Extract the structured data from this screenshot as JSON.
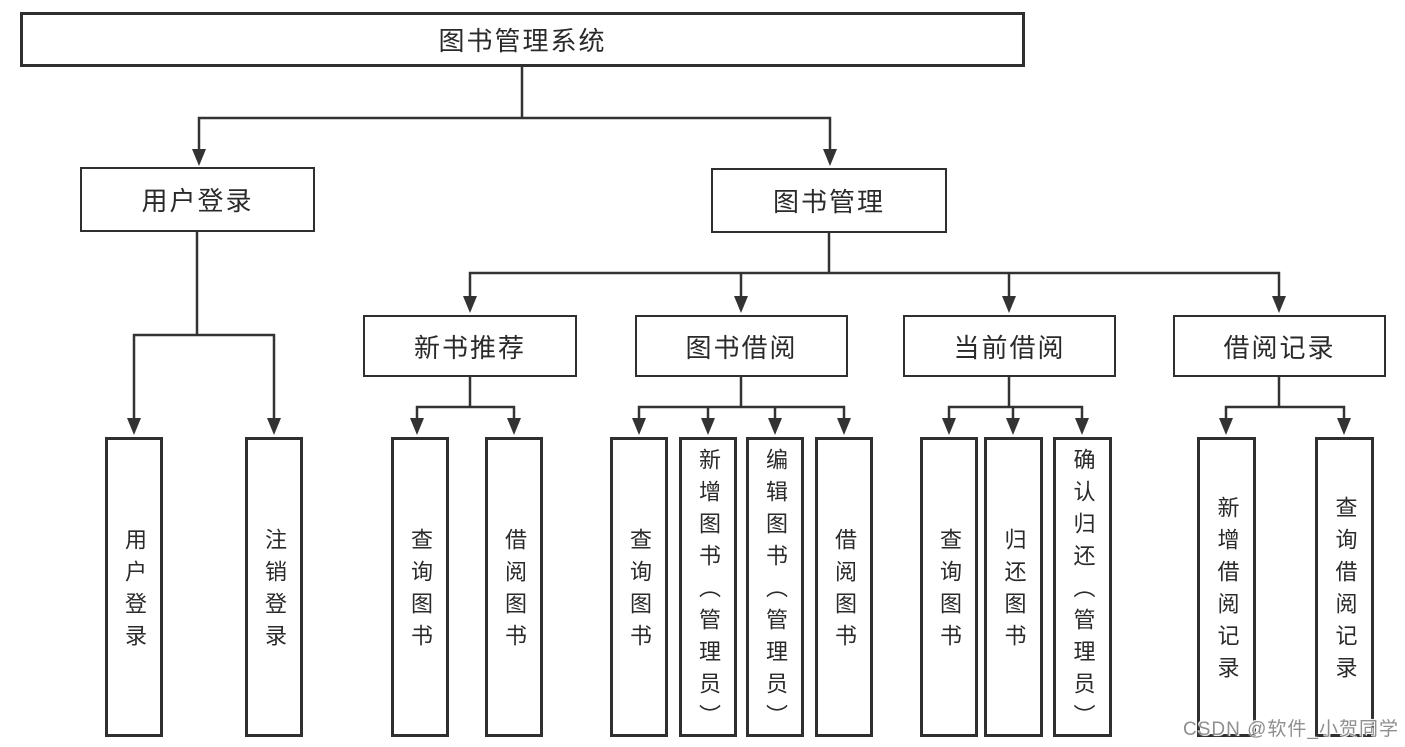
{
  "tree": {
    "root": {
      "label": "图书管理系统",
      "children": [
        {
          "label": "用户登录",
          "children": [
            {
              "label": "用户登录"
            },
            {
              "label": "注销登录"
            }
          ]
        },
        {
          "label": "图书管理",
          "children": [
            {
              "label": "新书推荐",
              "children": [
                {
                  "label": "查询图书"
                },
                {
                  "label": "借阅图书"
                }
              ]
            },
            {
              "label": "图书借阅",
              "children": [
                {
                  "label": "查询图书"
                },
                {
                  "label": "新增图书（管理员）"
                },
                {
                  "label": "编辑图书（管理员）"
                },
                {
                  "label": "借阅图书"
                }
              ]
            },
            {
              "label": "当前借阅",
              "children": [
                {
                  "label": "查询图书"
                },
                {
                  "label": "归还图书"
                },
                {
                  "label": "确认归还（管理员）"
                }
              ]
            },
            {
              "label": "借阅记录",
              "children": [
                {
                  "label": "新增借阅记录"
                },
                {
                  "label": "查询借阅记录"
                }
              ]
            }
          ]
        }
      ]
    }
  },
  "watermark": {
    "text": "CSDN @软件_小贺同学"
  },
  "colors": {
    "line": "#333333",
    "border": "#2f2f2f",
    "box_fill": "#ffffff",
    "text": "#2a2a2a",
    "watermark": "#8f8f8f",
    "background": "#ffffff"
  }
}
